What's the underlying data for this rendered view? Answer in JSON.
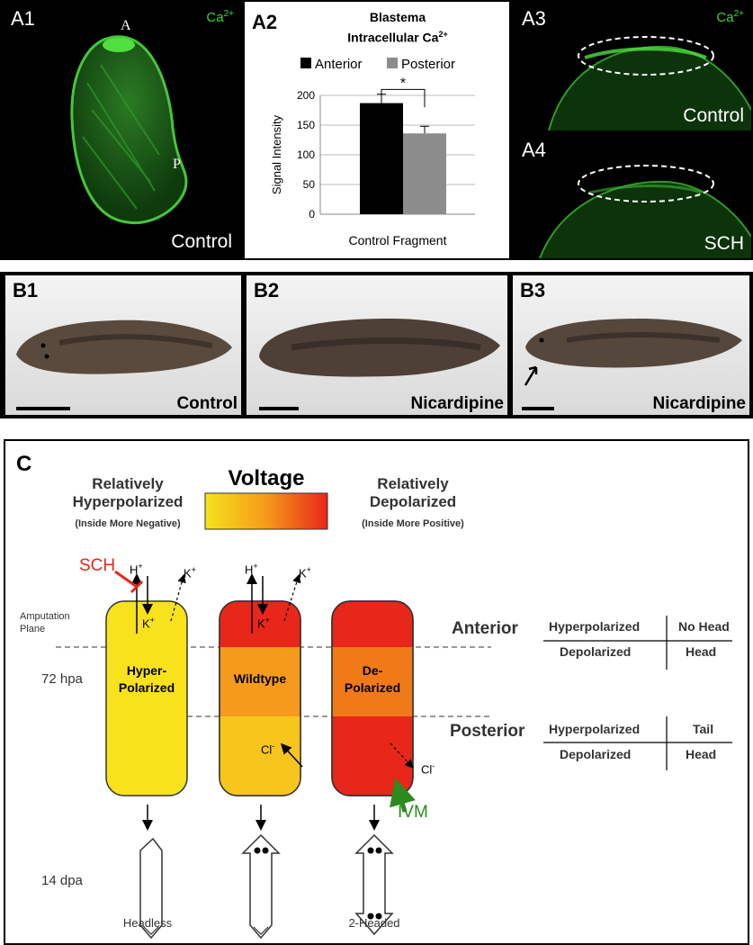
{
  "panelA": {
    "a1": {
      "label": "A1",
      "ion": "Ca",
      "ion_sup": "2+",
      "anterior": "A",
      "posterior": "P",
      "caption": "Control"
    },
    "a2": {
      "label": "A2",
      "title1": "Blastema",
      "title2": "Intracellular Ca",
      "title2_sup": "2+",
      "significance": "*",
      "x_caption": "Control Fragment"
    },
    "a3": {
      "label": "A3",
      "ion": "Ca",
      "ion_sup": "2+",
      "caption": "Control"
    },
    "a4": {
      "label": "A4",
      "caption": "SCH"
    }
  },
  "chart_data": {
    "type": "bar",
    "title": "Blastema Intracellular Ca2+",
    "ylabel": "Signal Intensity",
    "xlabel": "Control Fragment",
    "ylim": [
      0,
      200
    ],
    "yticks": [
      "0",
      "50",
      "100",
      "150",
      "200"
    ],
    "grid": true,
    "legend_position": "top",
    "series": [
      {
        "name": "Anterior",
        "value": 187,
        "error": 15,
        "color": "#000000"
      },
      {
        "name": "Posterior",
        "value": 136,
        "error": 12,
        "color": "#8c8c8c"
      }
    ]
  },
  "panelB": [
    {
      "label": "B1",
      "caption": "Control"
    },
    {
      "label": "B2",
      "caption": "Nicardipine"
    },
    {
      "label": "B3",
      "caption": "Nicardipine"
    }
  ],
  "panelC": {
    "label": "C",
    "voltage": "Voltage",
    "hyper_title1": "Relatively",
    "hyper_title2": "Hyperpolarized",
    "hyper_sub": "(Inside More Negative)",
    "depol_title1": "Relatively",
    "depol_title2": "Depolarized",
    "depol_sub": "(Inside More Positive)",
    "sch": "SCH",
    "ivm": "IVM",
    "amputation1": "Amputation",
    "amputation2": "Plane",
    "hpa": "72 hpa",
    "dpa": "14 dpa",
    "h": "H",
    "k": "K",
    "cl": "Cl",
    "plus": "+",
    "minus": "-",
    "cyl1a": "Hyper-",
    "cyl1b": "Polarized",
    "cyl2": "Wildtype",
    "cyl3a": "De-",
    "cyl3b": "Polarized",
    "out1": "Headless",
    "out3": "2-Headed",
    "anterior": "Anterior",
    "posterior": "Posterior",
    "ant_table": [
      [
        "Hyperpolarized",
        "No Head"
      ],
      [
        "Depolarized",
        "Head"
      ]
    ],
    "post_table": [
      [
        "Hyperpolarized",
        "Tail"
      ],
      [
        "Depolarized",
        "Head"
      ]
    ],
    "colors": {
      "hyper": "#f7e21c",
      "mid": "#f59a1a",
      "depol": "#e8261a",
      "sch_red": "#e8261a",
      "ivm_green": "#2d8a1e"
    }
  }
}
